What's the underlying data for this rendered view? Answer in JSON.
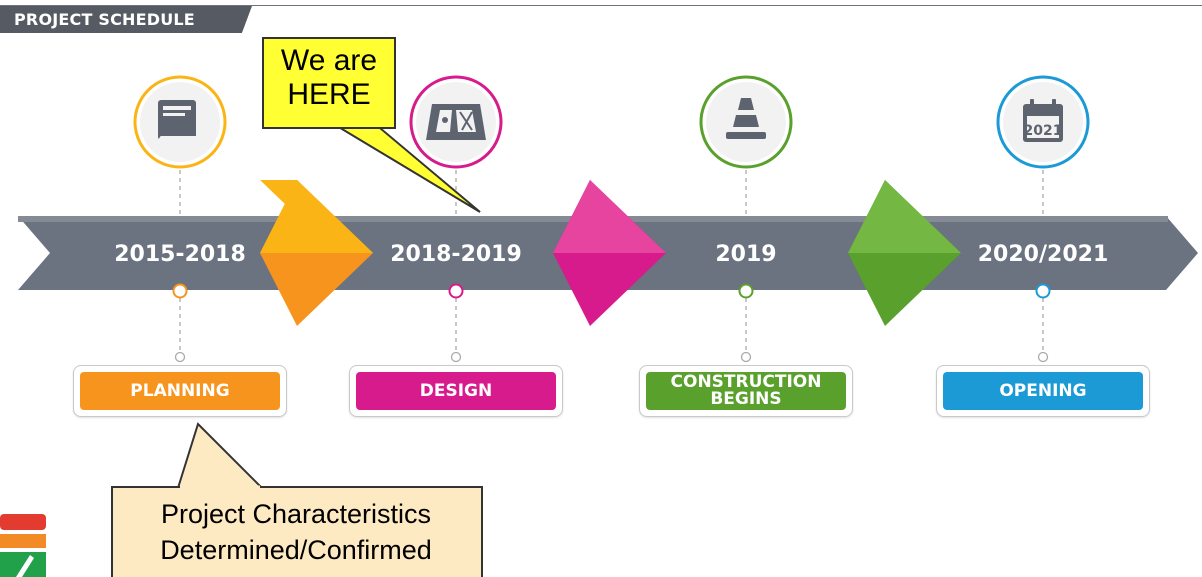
{
  "header": {
    "title": "PROJECT SCHEDULE"
  },
  "milestones": [
    {
      "years": "2015-2018",
      "phase": "PLANNING",
      "color": "#f7941d",
      "icon": "book-icon"
    },
    {
      "years": "2018-2019",
      "phase": "DESIGN",
      "color": "#d81b8c",
      "icon": "map-icon"
    },
    {
      "years": "2019",
      "phase": "CONSTRUCTION BEGINS",
      "color": "#5aa02c",
      "icon": "traffic-cone-icon"
    },
    {
      "years": "2020/2021",
      "phase": "OPENING",
      "color": "#1c9ad6",
      "icon": "calendar-icon",
      "calendar_number": "2021"
    }
  ],
  "callouts": {
    "here": "We are HERE",
    "note_line1": "Project Characteristics",
    "note_line2": "Determined/Confirmed"
  },
  "colors": {
    "arrow": "#6b7280",
    "chevron1": "#fbb415",
    "chevron2": "#e0218a",
    "chevron3": "#6cb33f"
  }
}
